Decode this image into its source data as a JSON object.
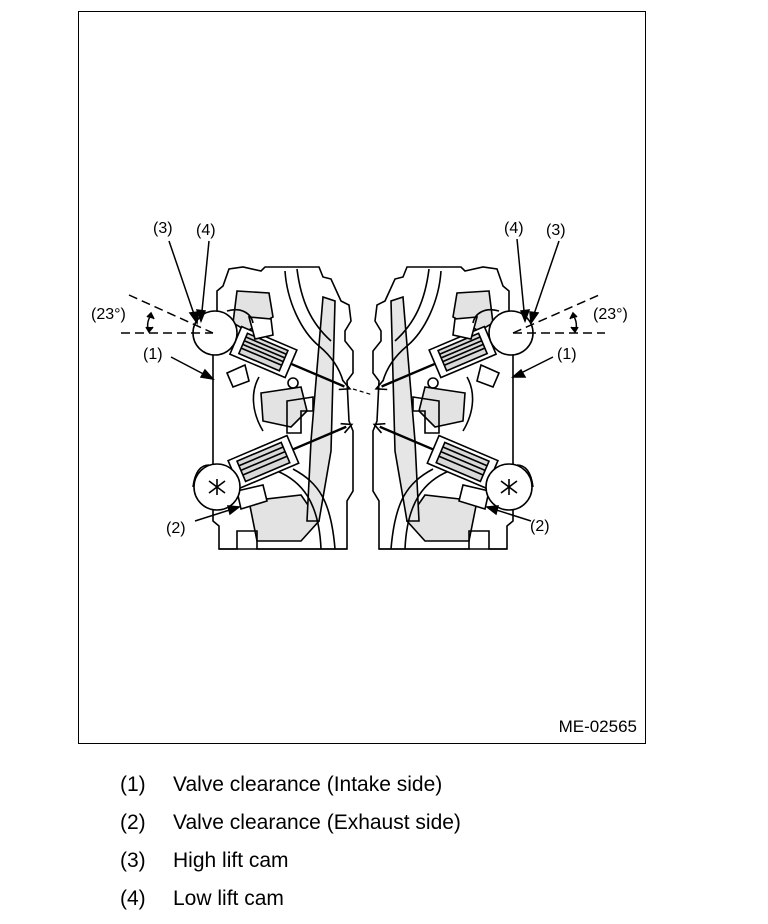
{
  "figure": {
    "id": "ME-02565",
    "left_labels": {
      "high_cam": "(3)",
      "low_cam": "(4)",
      "angle": "(23°)",
      "intake": "(1)",
      "exhaust": "(2)"
    },
    "right_labels": {
      "high_cam": "(3)",
      "low_cam": "(4)",
      "angle": "(23°)",
      "intake": "(1)",
      "exhaust": "(2)"
    }
  },
  "legend": [
    {
      "num": "(1)",
      "text": "Valve clearance (Intake side)"
    },
    {
      "num": "(2)",
      "text": "Valve clearance (Exhaust side)"
    },
    {
      "num": "(3)",
      "text": "High lift cam"
    },
    {
      "num": "(4)",
      "text": "Low lift cam"
    }
  ]
}
